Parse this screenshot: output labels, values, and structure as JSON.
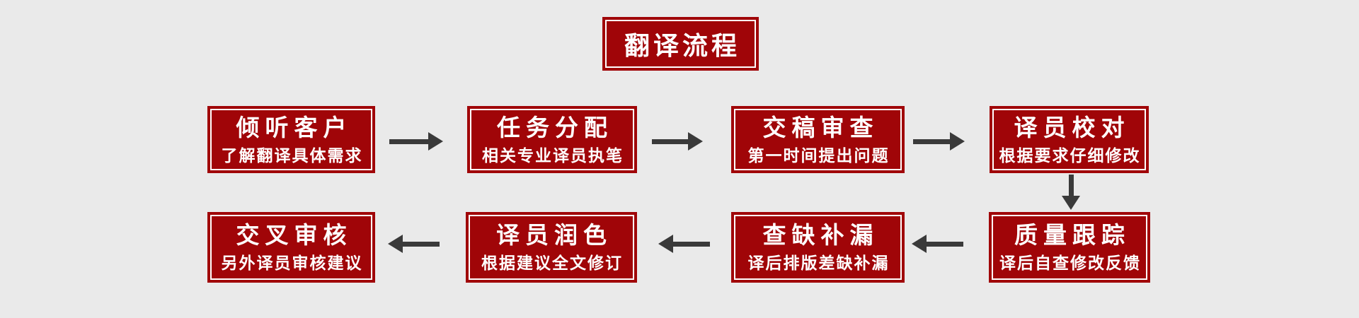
{
  "page": {
    "background_color": "#EAEAEA",
    "box_color": "#A00508",
    "box_border_inner_color": "#FFFFFF",
    "arrow_color": "#3A3A3A",
    "text_color": "#FFFFFF"
  },
  "title": {
    "label": "翻译流程"
  },
  "flow": {
    "top_row": [
      {
        "title": "倾听客户",
        "subtitle": "了解翻译具体需求"
      },
      {
        "title": "任务分配",
        "subtitle": "相关专业译员执笔"
      },
      {
        "title": "交稿审查",
        "subtitle": "第一时间提出问题"
      },
      {
        "title": "译员校对",
        "subtitle": "根据要求仔细修改"
      }
    ],
    "bottom_row": [
      {
        "title": "质量跟踪",
        "subtitle": "译后自查修改反馈"
      },
      {
        "title": "查缺补漏",
        "subtitle": "译后排版差缺补漏"
      },
      {
        "title": "译员润色",
        "subtitle": "根据建议全文修订"
      },
      {
        "title": "交叉审核",
        "subtitle": "另外译员审核建议"
      }
    ]
  }
}
